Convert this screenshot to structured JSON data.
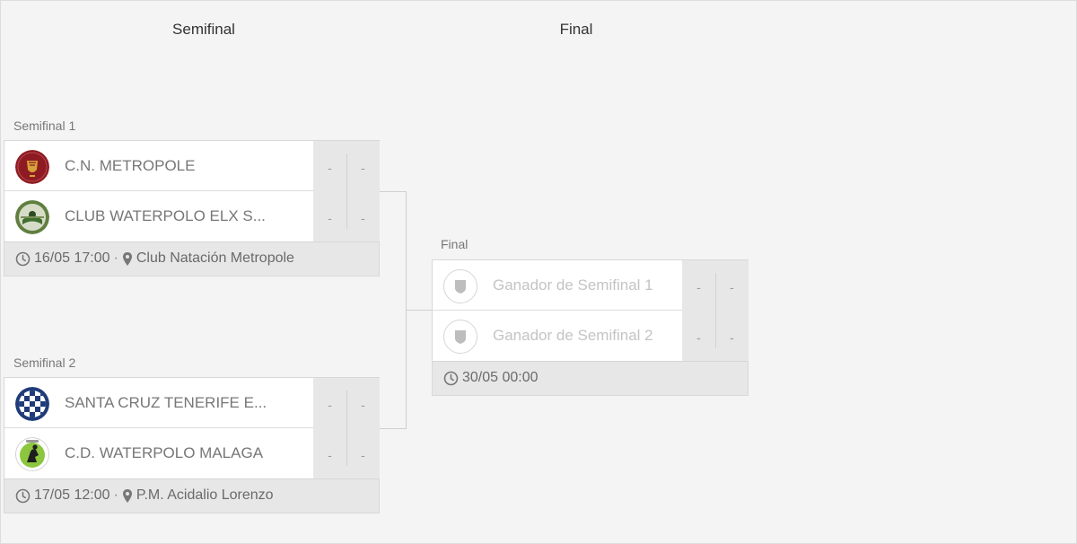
{
  "rounds": {
    "semifinal": "Semifinal",
    "final": "Final"
  },
  "semifinal1": {
    "label": "Semifinal 1",
    "team1": {
      "name": "C.N. METROPOLE",
      "score1": "-",
      "score2": "-"
    },
    "team2": {
      "name": "CLUB WATERPOLO ELX S...",
      "score1": "-",
      "score2": "-"
    },
    "datetime": "16/05 17:00",
    "separator": "·",
    "venue": "Club Natación Metropole"
  },
  "semifinal2": {
    "label": "Semifinal 2",
    "team1": {
      "name": "SANTA CRUZ TENERIFE E...",
      "score1": "-",
      "score2": "-"
    },
    "team2": {
      "name": "C.D. WATERPOLO MALAGA",
      "score1": "-",
      "score2": "-"
    },
    "datetime": "17/05 12:00",
    "separator": "·",
    "venue": "P.M. Acidalio Lorenzo"
  },
  "final": {
    "label": "Final",
    "team1": {
      "name": "Ganador de Semifinal 1",
      "score1": "-",
      "score2": "-"
    },
    "team2": {
      "name": "Ganador de Semifinal 2",
      "score1": "-",
      "score2": "-"
    },
    "datetime": "30/05 00:00"
  },
  "icons": {
    "clock": "clock-icon",
    "location": "map-pin-icon",
    "shield": "shield-icon"
  }
}
